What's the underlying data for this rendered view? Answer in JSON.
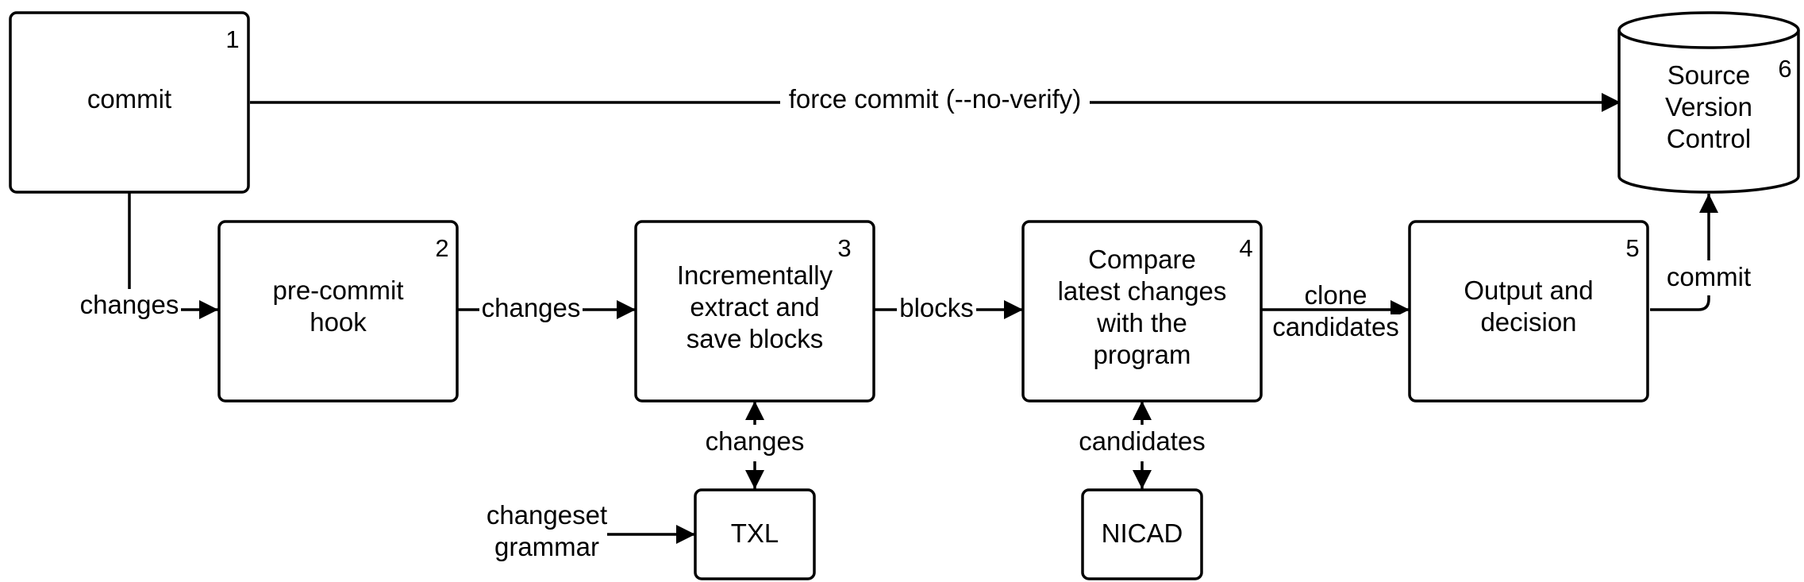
{
  "nodes": {
    "commit": {
      "number": "1",
      "lines": [
        "commit"
      ]
    },
    "pre_commit_hook": {
      "number": "2",
      "lines": [
        "pre-commit",
        "hook"
      ]
    },
    "extract": {
      "number": "3",
      "lines": [
        "Incrementally",
        "extract and",
        "save blocks"
      ]
    },
    "compare": {
      "number": "4",
      "lines": [
        "Compare",
        "latest changes",
        "with the",
        "program"
      ]
    },
    "output": {
      "number": "5",
      "lines": [
        "Output and",
        "decision"
      ]
    },
    "svc": {
      "number": "6",
      "lines": [
        "Source",
        "Version",
        "Control"
      ]
    },
    "txl": {
      "lines": [
        "TXL"
      ]
    },
    "nicad": {
      "lines": [
        "NICAD"
      ]
    },
    "changeset_grammar": {
      "lines": [
        "changeset",
        "grammar"
      ]
    }
  },
  "edges": {
    "force_commit": "force commit (--no-verify)",
    "changes_1_to_2": "changes",
    "changes_2_to_3": "changes",
    "blocks_3_to_4": "blocks",
    "clone_candidates": [
      "clone",
      "candidates"
    ],
    "commit_5_to_6": "commit",
    "changes_3_txl": "changes",
    "candidates_4_nicad": "candidates"
  }
}
